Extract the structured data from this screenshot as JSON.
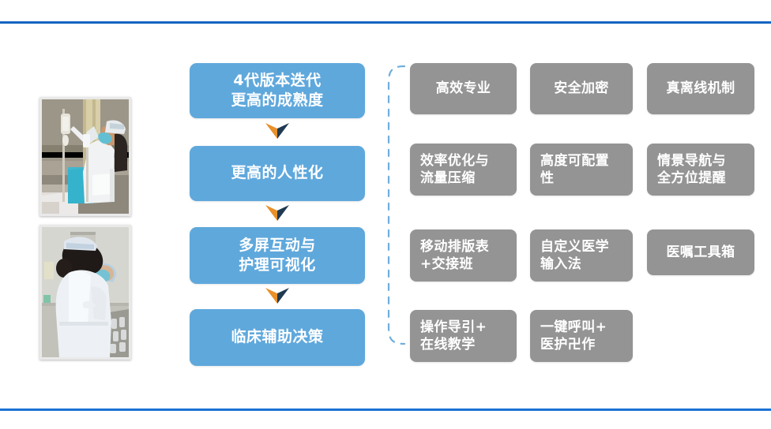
{
  "slide": {
    "background_color": "#ffffff",
    "rule_color_top": "#1565C0",
    "rule_color_bottom": "#1A72D6"
  },
  "colors": {
    "blue_box": "#5FA8DC",
    "grey_box": "#949494",
    "arrow_left": "#E8902A",
    "arrow_right": "#1F3A52",
    "bracket": "#6FAEDC",
    "text": "#ffffff"
  },
  "photos": [
    {
      "name": "nurse-scanning-iv-bag",
      "alt": "护士扫描输液袋"
    },
    {
      "name": "nurse-preparing-medication",
      "alt": "护士配药"
    }
  ],
  "flow": {
    "steps": [
      {
        "label": "4代版本迭代\n更高的成熟度"
      },
      {
        "label": "更高的人性化"
      },
      {
        "label": "多屏互动与\n护理可视化"
      },
      {
        "label": "临床辅助决策"
      }
    ],
    "connectors": [
      {
        "name": "chevron-down-icon"
      },
      {
        "name": "chevron-down-icon"
      },
      {
        "name": "chevron-down-icon"
      }
    ]
  },
  "features": {
    "rows": [
      [
        {
          "label": "高效专业",
          "align": "ctr"
        },
        {
          "label": "安全加密",
          "align": "ctr"
        },
        {
          "label": "真离线机制",
          "align": "ctr"
        }
      ],
      [
        {
          "label": "效率优化与\n流量压缩",
          "align": "lft"
        },
        {
          "label": "高度可配置\n性",
          "align": "lft"
        },
        {
          "label": "情景导航与\n全方位提醒",
          "align": "lft"
        }
      ],
      [
        {
          "label": "移动排版表\n+交接班",
          "align": "lft"
        },
        {
          "label": "自定义医学\n输入法",
          "align": "lft"
        },
        {
          "label": "医嘱工具箱",
          "align": "ctr"
        }
      ],
      [
        {
          "label": "操作导引+\n在线教学",
          "align": "lft"
        },
        {
          "label": "一键呼叫+\n医护卍作",
          "align": "lft"
        },
        {
          "label": "",
          "align": "ctr"
        }
      ]
    ]
  }
}
